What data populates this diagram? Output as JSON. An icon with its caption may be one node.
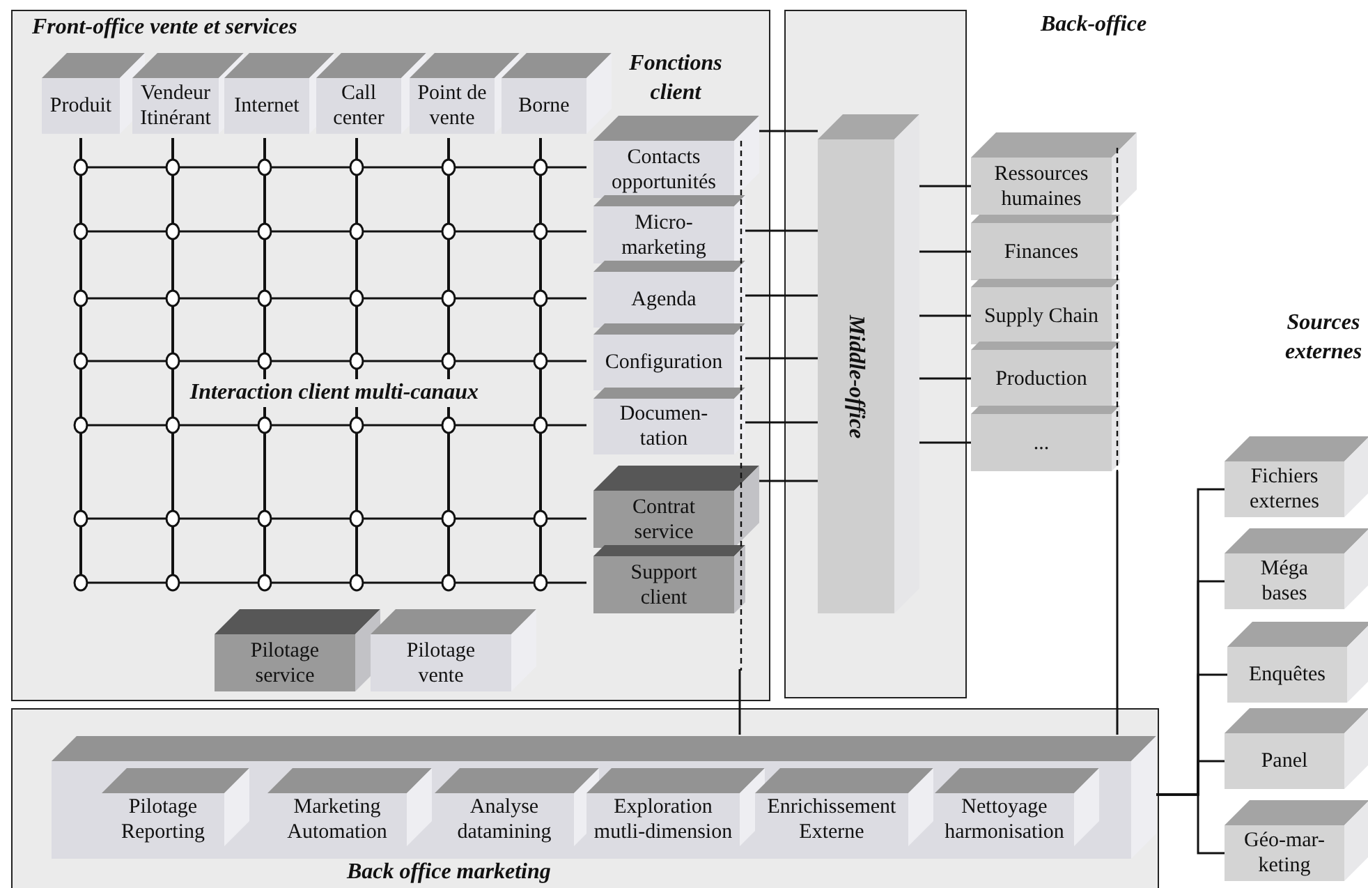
{
  "diagram": {
    "nodes": [
      {
        "text": [
          "Front-office vente et services"
        ]
      },
      {
        "text": [
          "Produit"
        ],
        "in": 0
      },
      {
        "text": [
          "Vendeur Itinérant"
        ],
        "in": 0
      },
      {
        "text": [
          "Internet"
        ],
        "in": 0
      },
      {
        "text": [
          "Call center"
        ],
        "in": 0
      },
      {
        "text": [
          "Point de vente"
        ],
        "in": 0
      },
      {
        "text": [
          "Borne"
        ],
        "in": 0
      },
      {
        "text": [
          "Contacts opportunités"
        ],
        "in": 0
      },
      {
        "text": [
          "Micro- marketing"
        ],
        "in": 0
      },
      {
        "text": [
          "Agenda"
        ],
        "in": 0
      },
      {
        "text": [
          "Configuration"
        ],
        "in": 0
      },
      {
        "text": [
          "Documen- tation"
        ],
        "in": 0
      },
      {
        "text": [
          "Contrat service"
        ],
        "in": 0
      },
      {
        "text": [
          "Support client"
        ],
        "in": 0
      },
      {
        "text": [
          "Pilotage service"
        ],
        "in": 0
      },
      {
        "text": [
          "Pilotage vente"
        ],
        "in": 0
      },
      {
        "text": [
          "Middle-office"
        ]
      },
      {
        "text": [
          "Ressources humaines"
        ]
      },
      {
        "text": [
          "Finances"
        ]
      },
      {
        "text": [
          "Supply Chain"
        ]
      },
      {
        "text": [
          "Production"
        ]
      },
      {
        "text": [
          "..."
        ]
      },
      {
        "text": [
          "Back office marketing"
        ]
      },
      {
        "text": [],
        "shape": "box",
        "in": 22
      },
      {
        "text": [
          "Pilotage Reporting"
        ],
        "in": 23
      },
      {
        "text": [
          "Marketing Automation"
        ],
        "in": 23
      },
      {
        "text": [
          "Analyse datamining"
        ],
        "in": 23
      },
      {
        "text": [
          "Exploration mutli-dimension"
        ],
        "in": 23
      },
      {
        "text": [
          "Enrichissement Externe"
        ],
        "in": 23
      },
      {
        "text": [
          "Nettoyage harmonisation"
        ],
        "in": 23
      },
      {
        "text": [
          "Fichiers externes"
        ]
      },
      {
        "text": [
          "Méga bases"
        ]
      },
      {
        "text": [
          "Enquêtes"
        ]
      },
      {
        "text": [
          "Panel"
        ]
      },
      {
        "text": [
          "Géo-mar- keting"
        ]
      },
      {
        "text": [],
        "shape": "bar",
        "in": 0
      },
      {
        "text": [],
        "shape": "bar"
      }
    ],
    "edges": [
      {
        "from": 7,
        "to": 16,
        "arrow": "none"
      },
      {
        "from": 8,
        "to": 16,
        "arrow": "none"
      },
      {
        "from": 9,
        "to": 16,
        "arrow": "none"
      },
      {
        "from": 10,
        "to": 16,
        "arrow": "none"
      },
      {
        "from": 11,
        "to": 16,
        "arrow": "none"
      },
      {
        "from": 12,
        "to": 16,
        "arrow": "none"
      },
      {
        "from": 35,
        "to": 23,
        "arrow": "none"
      },
      {
        "from": 16,
        "to": 17,
        "arrow": "none"
      },
      {
        "from": 16,
        "to": 18,
        "arrow": "none"
      },
      {
        "from": 16,
        "to": 19,
        "arrow": "none"
      },
      {
        "from": 16,
        "to": 20,
        "arrow": "none"
      },
      {
        "from": 16,
        "to": 21,
        "arrow": "none"
      },
      {
        "from": 36,
        "to": 23,
        "arrow": "none"
      },
      {
        "from": 23,
        "to": 30,
        "arrow": "none"
      },
      {
        "from": 23,
        "to": 31,
        "arrow": "none"
      },
      {
        "from": 23,
        "to": 32,
        "arrow": "none"
      },
      {
        "from": 23,
        "to": 33,
        "arrow": "none"
      },
      {
        "from": 23,
        "to": 34,
        "arrow": "none"
      }
    ],
    "labels": [
      "Fonctions client",
      "Back-office",
      "Interaction client multi-canaux",
      "Sources externes"
    ]
  }
}
